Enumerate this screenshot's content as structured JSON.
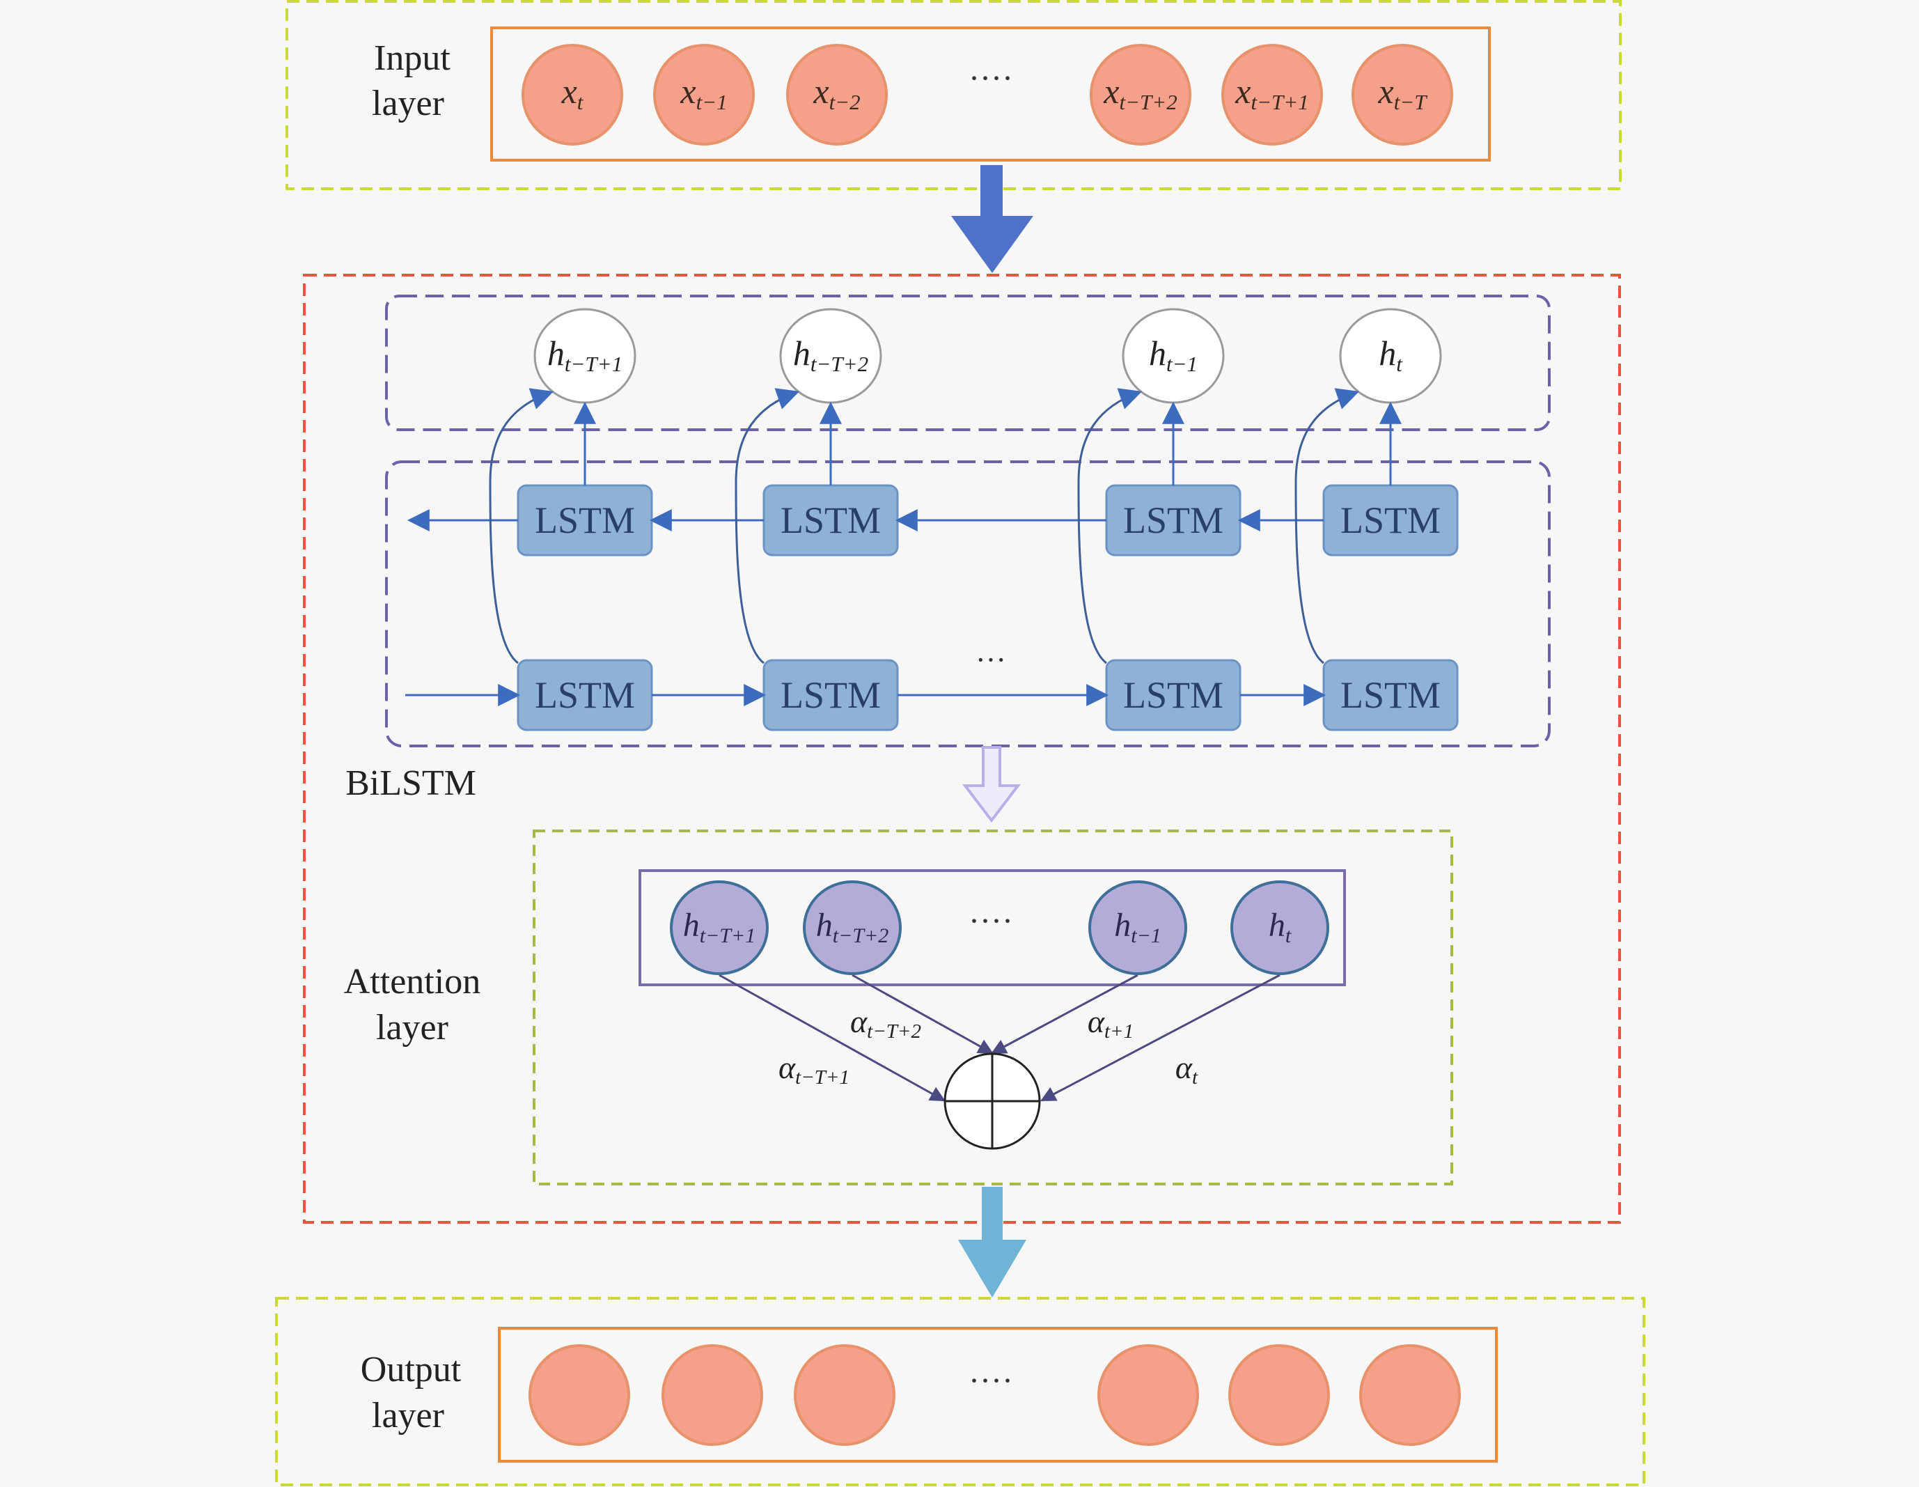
{
  "input_layer": {
    "label_line1": "Input",
    "label_line2": "layer",
    "nodes": [
      {
        "base": "x",
        "sub": "t"
      },
      {
        "base": "x",
        "sub": "t−1"
      },
      {
        "base": "x",
        "sub": "t−2"
      },
      {
        "base": "x",
        "sub": "t−T+2"
      },
      {
        "base": "x",
        "sub": "t−T+1"
      },
      {
        "base": "x",
        "sub": "t−T"
      }
    ],
    "ellipsis": "····"
  },
  "bilstm": {
    "label": "BiLSTM",
    "hidden_nodes": [
      {
        "base": "h",
        "sub": "t−T+1"
      },
      {
        "base": "h",
        "sub": "t−T+2"
      },
      {
        "base": "h",
        "sub": "t−1"
      },
      {
        "base": "h",
        "sub": "t"
      }
    ],
    "cell_label": "LSTM",
    "ellipsis": "···"
  },
  "attention_layer": {
    "label_line1": "Attention",
    "label_line2": "layer",
    "nodes": [
      {
        "base": "h",
        "sub": "t−T+1"
      },
      {
        "base": "h",
        "sub": "t−T+2"
      },
      {
        "base": "h",
        "sub": "t−1"
      },
      {
        "base": "h",
        "sub": "t"
      }
    ],
    "ellipsis": "····",
    "weights": [
      {
        "base": "α",
        "sub": "t−T+1"
      },
      {
        "base": "α",
        "sub": "t−T+2"
      },
      {
        "base": "α",
        "sub": "t+1"
      },
      {
        "base": "α",
        "sub": "t"
      }
    ]
  },
  "output_layer": {
    "label_line1": "Output",
    "label_line2": "layer",
    "node_count": 6,
    "ellipsis": "····"
  },
  "colors": {
    "salmon_fill": "#f4a08a",
    "salmon_stroke": "#e8926b",
    "orange_box": "#ec8a3c",
    "lime_dash": "#c9d93a",
    "red_dash": "#e8553a",
    "purple_dash": "#6a62a8",
    "lstm_fill": "#8fb1d6",
    "lstm_stroke": "#6b93c4",
    "lstm_text": "#2a3e6a",
    "arrow_blue": "#3d6cbf",
    "big_arrow_blue": "#4f72c8",
    "light_arrow": "#c8c0ee",
    "cyan_arrow": "#6fb3d6",
    "attn_fill": "#b3acd9",
    "attn_stroke": "#3f6f98",
    "attn_box": "#7a6bab",
    "line_purple": "#4c4a82",
    "text": "#222222"
  }
}
